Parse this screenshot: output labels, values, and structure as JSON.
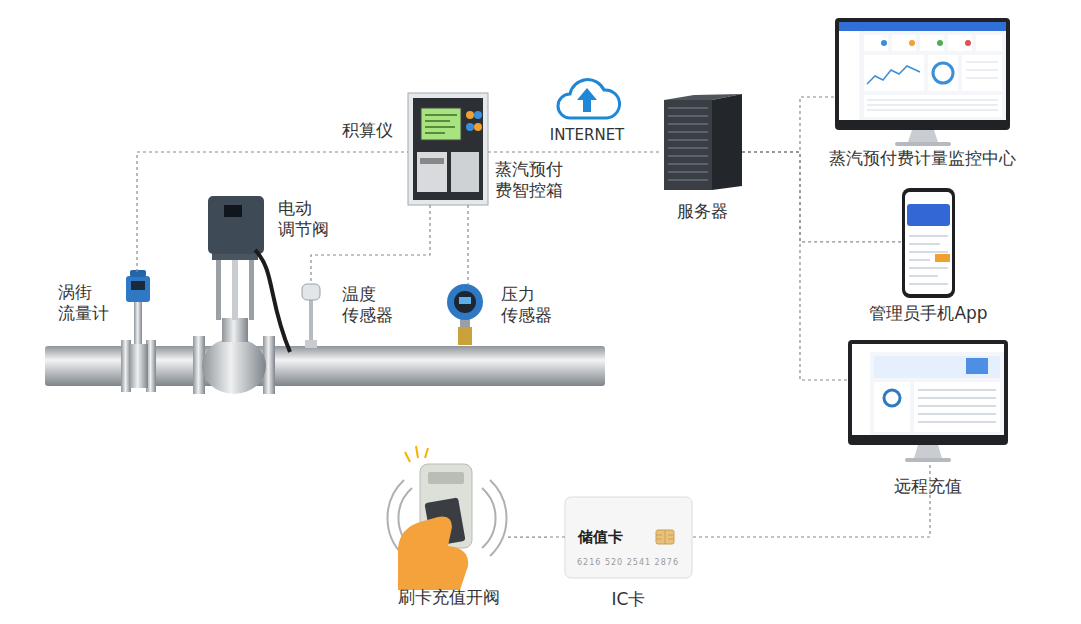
{
  "diagram": {
    "nodes": [
      {
        "text": [
          "涡街 流量计"
        ]
      },
      {
        "text": [
          "电动 调节阀"
        ]
      },
      {
        "text": [
          "温度 传感器"
        ]
      },
      {
        "text": [
          "压力 传感器"
        ]
      },
      {
        "text": [
          "蒸汽预付 费智控箱"
        ]
      },
      {
        "text": [
          "服务器"
        ]
      },
      {
        "text": [
          "蒸汽预付费计量监控中心"
        ]
      },
      {
        "text": [
          "管理员手机App"
        ]
      },
      {
        "text": [
          "远程充值"
        ]
      },
      {
        "text": [
          "储值卡",
          "6216 520 2541 2876",
          "IC卡"
        ]
      },
      {
        "text": [
          "刷卡充值开阀"
        ]
      }
    ],
    "edges": [
      {
        "from": 0,
        "to": 4,
        "arrow": "none",
        "label": "积算仪"
      },
      {
        "from": 4,
        "to": 2,
        "arrow": "none"
      },
      {
        "from": 4,
        "to": 3,
        "arrow": "none"
      },
      {
        "from": 4,
        "to": 5,
        "arrow": "none",
        "label": "INTERNET"
      },
      {
        "from": 5,
        "to": 6,
        "arrow": "none"
      },
      {
        "from": 5,
        "to": 7,
        "arrow": "none"
      },
      {
        "from": 5,
        "to": 8,
        "arrow": "none"
      },
      {
        "from": 8,
        "to": 9,
        "arrow": "none"
      },
      {
        "from": 9,
        "to": 10,
        "arrow": "none"
      }
    ]
  }
}
